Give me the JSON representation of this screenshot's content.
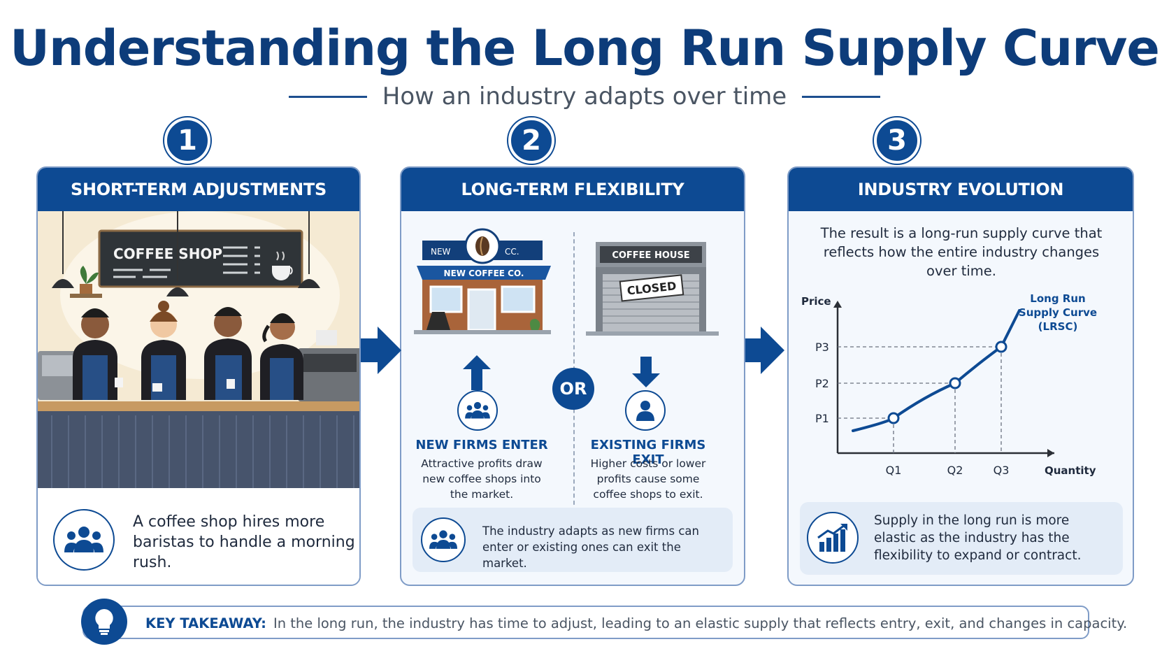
{
  "title": "Understanding the Long Run Supply Curve",
  "subtitle": "How an industry adapts over time",
  "steps": [
    {
      "number": "1",
      "header": "SHORT-TERM ADJUSTMENTS"
    },
    {
      "number": "2",
      "header": "LONG-TERM FLEXIBILITY"
    },
    {
      "number": "3",
      "header": "INDUSTRY EVOLUTION"
    }
  ],
  "panel1": {
    "sign": "COFFEE SHOP",
    "caption": "A coffee shop hires more baristas to handle a morning rush."
  },
  "panel2": {
    "new_store_sign": "NEW COFFEE CO.",
    "new_store_top_left": "NEW",
    "new_store_top_right": "CC.",
    "old_store_sign": "COFFEE HOUSE",
    "closed_sign": "CLOSED",
    "or_label": "OR",
    "enter_title": "NEW FIRMS ENTER",
    "enter_text": "Attractive profits draw new coffee shops into the market.",
    "exit_title": "EXISTING FIRMS EXIT",
    "exit_text": "Higher costs or lower profits cause some coffee shops to exit.",
    "note": "The industry adapts as new firms can enter or existing ones can exit the market."
  },
  "panel3": {
    "intro": "The result is a long-run supply curve that reflects how the entire industry changes over time.",
    "note": "Supply in the long run is more elastic as the industry has the flexibility to expand or contract."
  },
  "chart_data": {
    "type": "line",
    "xlabel": "Quantity",
    "ylabel": "Price",
    "x_ticks": [
      "Q1",
      "Q2",
      "Q3"
    ],
    "y_ticks": [
      "P1",
      "P2",
      "P3"
    ],
    "series": [
      {
        "name": "Long Run Supply Curve (LRSC)",
        "points": [
          {
            "x": "Q1",
            "y": "P1"
          },
          {
            "x": "Q2",
            "y": "P2"
          },
          {
            "x": "Q3",
            "y": "P3"
          }
        ]
      }
    ],
    "grid": false,
    "guides": "dashed lines from each point to both axes"
  },
  "takeaway": {
    "label": "KEY TAKEAWAY:",
    "text": "In the long run, the industry has time to adjust, leading to an elastic supply that reflects entry, exit, and changes in capacity."
  },
  "colors": {
    "primary": "#0d4a93",
    "title": "#0d3c7a",
    "panel_bg": "#f4f8fd",
    "border": "#7f9cc7"
  },
  "icons": [
    "people-group-icon",
    "person-icon",
    "bar-chart-growth-icon",
    "lightbulb-icon",
    "arrow-up-icon",
    "arrow-down-icon",
    "coffee-cup-icon",
    "coffee-bean-icon"
  ]
}
